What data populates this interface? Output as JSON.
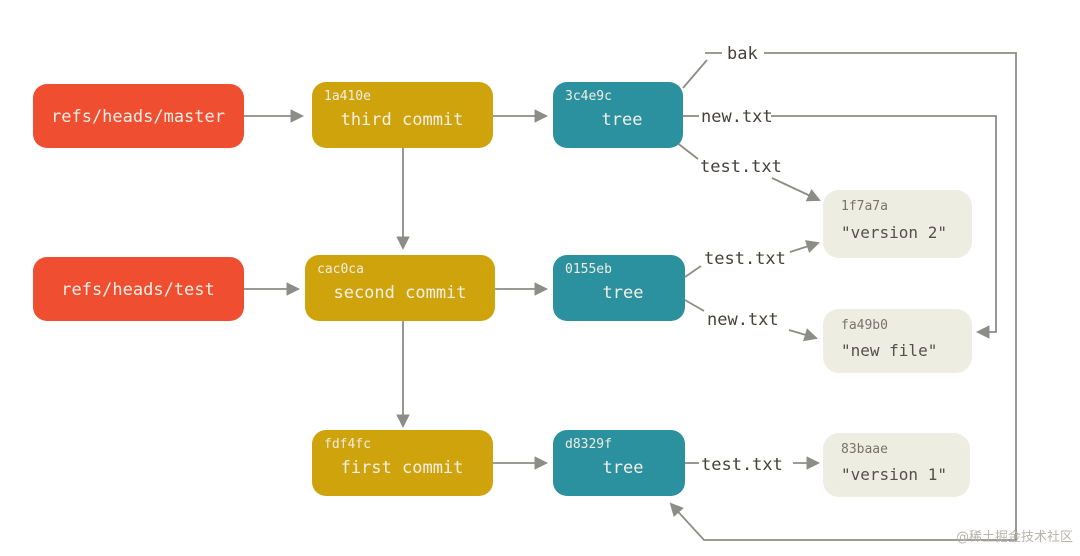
{
  "colors": {
    "ref_box": "#F04E30",
    "commit_box": "#CFA30C",
    "tree_box": "#2B919E",
    "blob_box": "#EDEDE2",
    "edge_line": "#8D8D87",
    "edge_label_text": "#45413A",
    "node_text": "#F3F0E8",
    "blob_hash_text": "#79746B",
    "blob_content_text": "#55514A",
    "watermark_text": "#B8B4AB"
  },
  "nodes": {
    "refs": [
      {
        "label": "refs/heads/master"
      },
      {
        "label": "refs/heads/test"
      }
    ],
    "commits": [
      {
        "hash": "1a410e",
        "label": "third commit"
      },
      {
        "hash": "cac0ca",
        "label": "second commit"
      },
      {
        "hash": "fdf4fc",
        "label": "first commit"
      }
    ],
    "trees": [
      {
        "hash": "3c4e9c",
        "label": "tree"
      },
      {
        "hash": "0155eb",
        "label": "tree"
      },
      {
        "hash": "d8329f",
        "label": "tree"
      }
    ],
    "blobs": [
      {
        "hash": "1f7a7a",
        "content": "\"version 2\""
      },
      {
        "hash": "fa49b0",
        "content": "\"new file\""
      },
      {
        "hash": "83baae",
        "content": "\"version 1\""
      }
    ]
  },
  "edge_labels": {
    "bak": "bak",
    "new_txt_row1": "new.txt",
    "test_txt_row1": "test.txt",
    "test_txt_row2": "test.txt",
    "new_txt_row2": "new.txt",
    "test_txt_row3": "test.txt"
  },
  "watermark": "@稀土掘金技术社区"
}
